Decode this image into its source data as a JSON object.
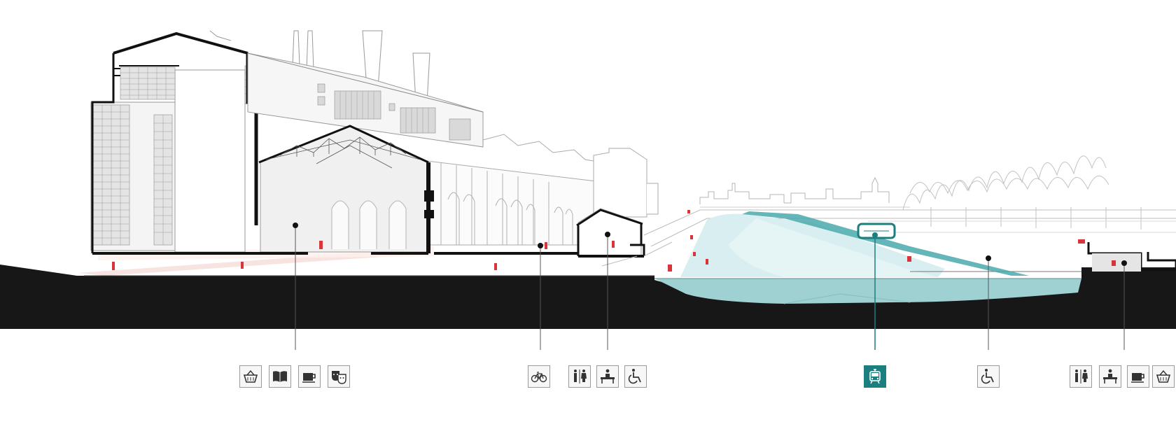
{
  "colors": {
    "ground": "#171717",
    "outline": "#111111",
    "line_gray": "#9c9c9c",
    "accent_red": "#d9343a",
    "water_light": "#d8eef0",
    "water_teal": "#9fd1d3",
    "highlight_teal": "#1c7f7f"
  },
  "icon_groups": [
    {
      "id": "group-1",
      "icons": [
        "basket-icon",
        "book-icon",
        "coffee-cup-icon",
        "theater-masks-icon"
      ]
    },
    {
      "id": "group-2",
      "icons": [
        "bicycle-icon"
      ]
    },
    {
      "id": "group-3",
      "icons": [
        "restroom-icon",
        "information-desk-icon",
        "wheelchair-icon"
      ]
    },
    {
      "id": "group-4",
      "icons": [
        "tram-icon"
      ],
      "highlighted": true
    },
    {
      "id": "group-5",
      "icons": [
        "wheelchair-icon"
      ]
    },
    {
      "id": "group-6",
      "icons": [
        "restroom-icon",
        "information-desk-icon",
        "coffee-cup-icon",
        "basket-icon"
      ]
    }
  ]
}
